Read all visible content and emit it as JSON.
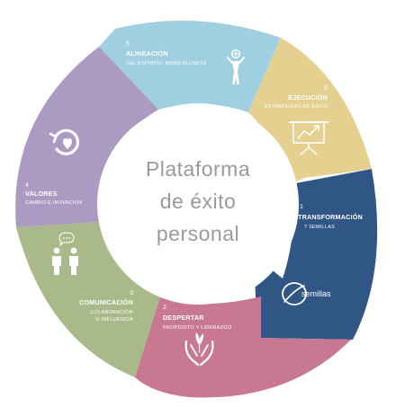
{
  "center": {
    "line1": "Plataforma",
    "line2": "de éxito",
    "line3": "personal"
  },
  "segments": [
    {
      "number": "1",
      "title": "TRANSFORMACIÓN",
      "subtitle": "7 SEMILLAS",
      "color": "#2f5685",
      "icon": "semillas-logo-icon"
    },
    {
      "number": "2",
      "title": "DESPERTAR",
      "subtitle": "PROPÓSITO Y LIDERAZGO",
      "color": "#c97891",
      "icon": "hands-plant-icon"
    },
    {
      "number": "3",
      "title": "COMUNICACIÓN",
      "subtitle_lines": [
        "COLABORACIÓN",
        "E INFLUENCIA"
      ],
      "color": "#a9b98a",
      "icon": "people-talking-icon"
    },
    {
      "number": "4",
      "title": "VALORES",
      "subtitle": "CAMBIO E INOVACIÓN",
      "color": "#ab9ac1",
      "icon": "cycle-heart-icon"
    },
    {
      "number": "5",
      "title": "ALINEACIÓN",
      "subtitle": "DEL ESPÍRITU: MINDFULLNESS",
      "color": "#9fcfe0",
      "icon": "person-globe-icon"
    },
    {
      "number": "6",
      "title": "EJECUCIÓN",
      "subtitle": "ESTRATEGIAS DE ÉXITO",
      "color": "#e5d08f",
      "icon": "presentation-chart-icon"
    }
  ],
  "brand_text": "semillas"
}
